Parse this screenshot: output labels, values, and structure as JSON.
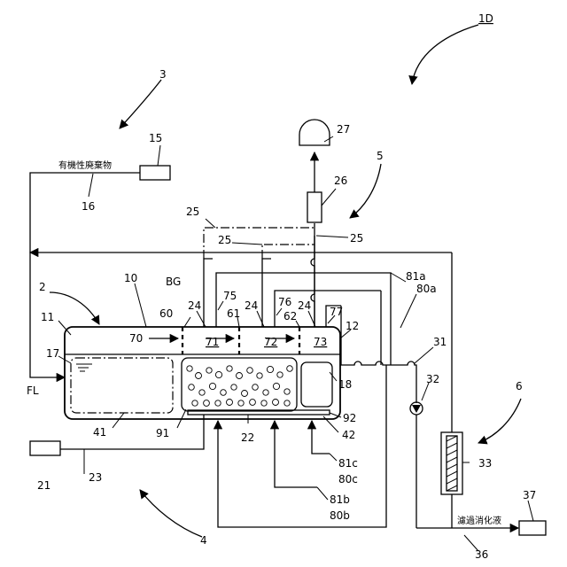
{
  "labels": {
    "fig": "1D",
    "n2": "2",
    "n3": "3",
    "n4": "4",
    "n5": "5",
    "n6": "6",
    "n10": "10",
    "n11": "11",
    "n12": "12",
    "n15": "15",
    "n16": "16",
    "n17": "17",
    "n18": "18",
    "n21": "21",
    "n22": "22",
    "n23": "23",
    "n24a": "24",
    "n24b": "24",
    "n24c": "24",
    "n25a": "25",
    "n25b": "25",
    "n25c": "25",
    "n26": "26",
    "n27": "27",
    "n31": "31",
    "n32": "32",
    "n33": "33",
    "n36": "36",
    "n37": "37",
    "n41": "41",
    "n42": "42",
    "n60": "60",
    "n61": "61",
    "n62": "62",
    "n70": "70",
    "n71": "71",
    "n72": "72",
    "n73": "73",
    "n75": "75",
    "n76": "76",
    "n77": "77",
    "n80a": "80a",
    "n80b": "80b",
    "n80c": "80c",
    "n81a": "81a",
    "n81b": "81b",
    "n81c": "81c",
    "n91": "91",
    "n92": "92",
    "bg": "BG",
    "fl": "FL",
    "organic_waste": "有機性廃棄物",
    "filtrate": "濾過消化液"
  }
}
